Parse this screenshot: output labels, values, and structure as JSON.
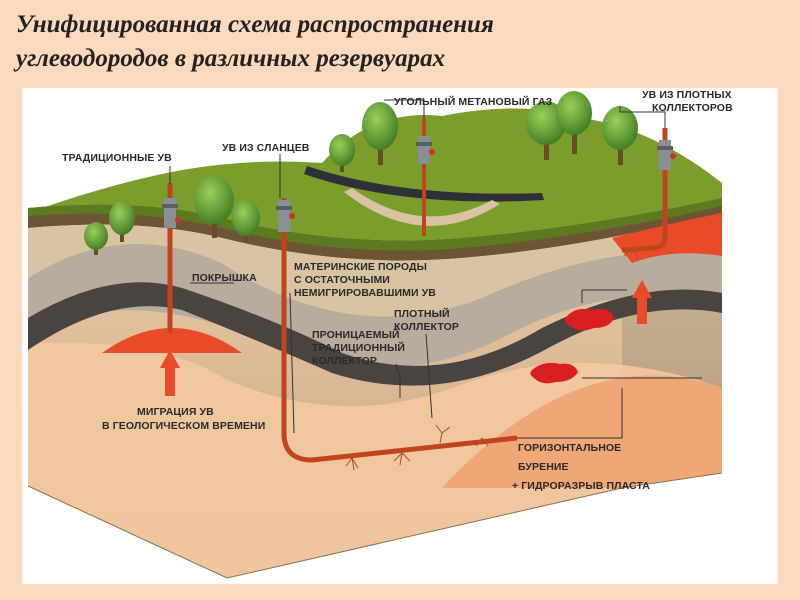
{
  "title": {
    "line1": "Унифицированная схема распространения",
    "line2": "углеводородов в различных резервуарах"
  },
  "labels": {
    "traditional": "ТРАДИЦИОННЫЕ УВ",
    "shale": "УВ ИЗ СЛАНЦЕВ",
    "coalbed": "УГОЛЬНЫЙ МЕТАНОВЫЙ ГАЗ",
    "tight_1": "УВ ИЗ ПЛОТНЫХ",
    "tight_2": "КОЛЛЕКТОРОВ",
    "seal": "ПОКРЫШКА",
    "source_1": "МАТЕРИНСКИЕ ПОРОДЫ",
    "source_2": "С ОСТАТОЧНЫМИ",
    "source_3": "НЕМИГРИРОВАВШИМИ УВ",
    "dense_1": "ПЛОТНЫЙ",
    "dense_2": "КОЛЛЕКТОР",
    "permeable_1": "ПРОНИЦАЕМЫЙ",
    "permeable_2": "ТРАДИЦИОННЫЙ",
    "permeable_3": "КОЛЛЕКТОР",
    "migration_1": "МИГРАЦИЯ УВ",
    "migration_2": "В ГЕОЛОГИЧЕСКОМ ВРЕМЕНИ",
    "horizontal_1": "ГОРИЗОНТАЛЬНОЕ",
    "horizontal_2": "БУРЕНИЕ",
    "horizontal_3": "+ ГИДРОРАЗРЫВ ПЛАСТА"
  },
  "colors": {
    "slide_bg": "#fbd9bd",
    "grass": "#7a9d2c",
    "soil_dark": "#6b5a3c",
    "layer_tan": "#d9c3a3",
    "layer_gray": "#a8a39a",
    "shale_dark": "#4a4440",
    "hydrocarbon_red": "#e84a2a",
    "reservoir_orange": "#f08a5a",
    "pipe": "#c0451f"
  }
}
